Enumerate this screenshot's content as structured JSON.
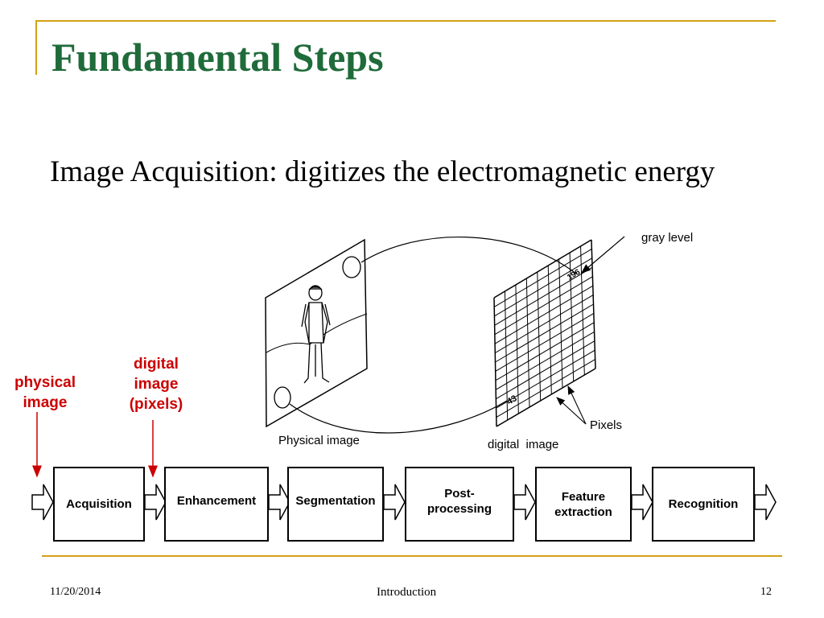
{
  "slide": {
    "title": "Fundamental Steps",
    "body": "Image Acquisition: digitizes the electromagnetic energy"
  },
  "illustration": {
    "gray_level_label": "gray level",
    "grid_value_top": "196",
    "grid_value_bottom": "43",
    "pixels_label": "Pixels",
    "physical_image_caption": "Physical image",
    "digital_image_caption": "digital  image"
  },
  "annotations": {
    "physical_image": "physical\nimage",
    "digital_image": "digital\nimage\n(pixels)"
  },
  "pipeline": {
    "steps": [
      {
        "label": "Acquisition"
      },
      {
        "label": "Enhancement"
      },
      {
        "label": "Segmentation"
      },
      {
        "label": "Post-\nprocessing"
      },
      {
        "label": "Feature\nextraction"
      },
      {
        "label": "Recognition"
      }
    ]
  },
  "footer": {
    "date": "11/20/2014",
    "center": "Introduction",
    "page": "12"
  },
  "colors": {
    "title": "#1f6b3a",
    "accent_lines": "#d4a017",
    "annotation_red": "#cc0000"
  }
}
